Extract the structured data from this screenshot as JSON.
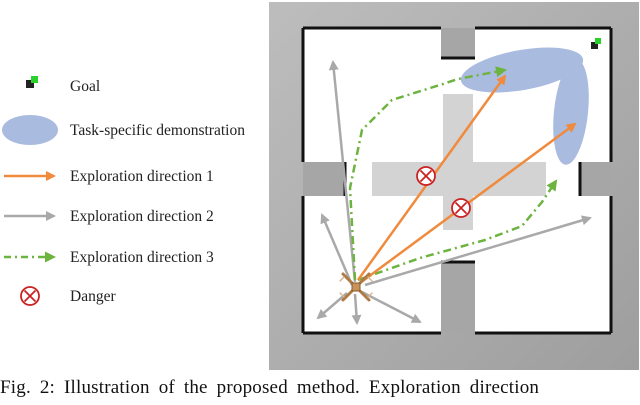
{
  "legend": {
    "items": [
      {
        "label": "Goal",
        "icon": "goal-icon"
      },
      {
        "label": "Task-specific demonstration",
        "icon": "demonstration-ellipse-icon"
      },
      {
        "label": "Exploration direction 1",
        "icon": "orange-arrow-icon"
      },
      {
        "label": "Exploration direction 2",
        "icon": "gray-arrow-icon"
      },
      {
        "label": "Exploration direction 3",
        "icon": "green-dashed-arrow-icon"
      },
      {
        "label": "Danger",
        "icon": "danger-icon"
      }
    ]
  },
  "colors": {
    "direction_1": "#f08a3c",
    "direction_2": "#a9a9a9",
    "direction_3": "#6db33f",
    "danger": "#cc2222",
    "demonstration": "#aabbe0",
    "wall": "#a6a6a6",
    "goal": "#2bd12b"
  },
  "caption": {
    "text": "Fig. 2: Illustration of the proposed method. Exploration direction"
  }
}
